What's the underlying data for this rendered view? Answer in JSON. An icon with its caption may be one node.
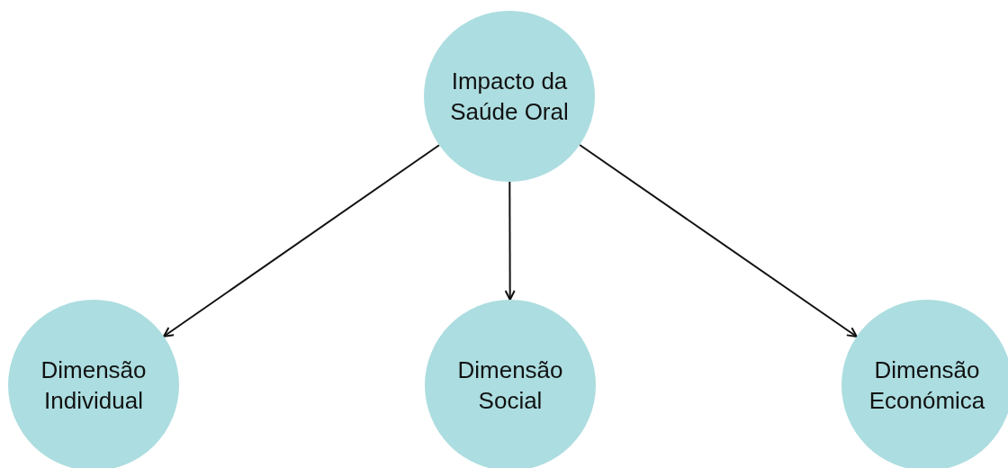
{
  "diagram": {
    "nodes": [
      {
        "text": [
          "Impacto da Saúde Oral"
        ]
      },
      {
        "text": [
          "Dimensão Individual"
        ]
      },
      {
        "text": [
          "Dimensão Social"
        ]
      },
      {
        "text": [
          "Dimensão Económica"
        ]
      }
    ],
    "edges": [
      {
        "from": 0,
        "to": 1,
        "arrow": "to"
      },
      {
        "from": 0,
        "to": 2,
        "arrow": "to"
      },
      {
        "from": 0,
        "to": 3,
        "arrow": "to"
      }
    ]
  }
}
